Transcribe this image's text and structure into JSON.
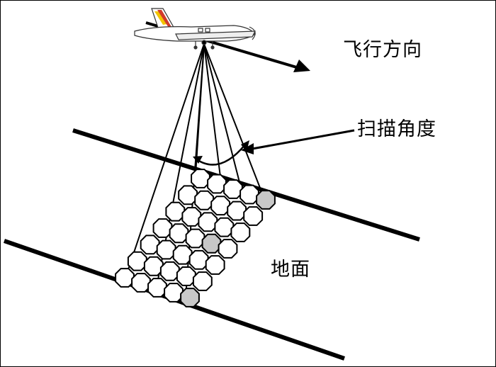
{
  "labels": {
    "flight_direction": "飞行方向",
    "scan_angle": "扫描角度",
    "ground": "地面"
  },
  "colors": {
    "line": "#000000",
    "footprint_fill": "#ffffff",
    "sampled_footprint_fill": "#c8c8c8",
    "plane_stripe_yellow": "#f2c400",
    "plane_stripe_red": "#d23a2a",
    "plane_body": "#ffffff"
  },
  "icons": {
    "aircraft": "airplane-icon"
  }
}
